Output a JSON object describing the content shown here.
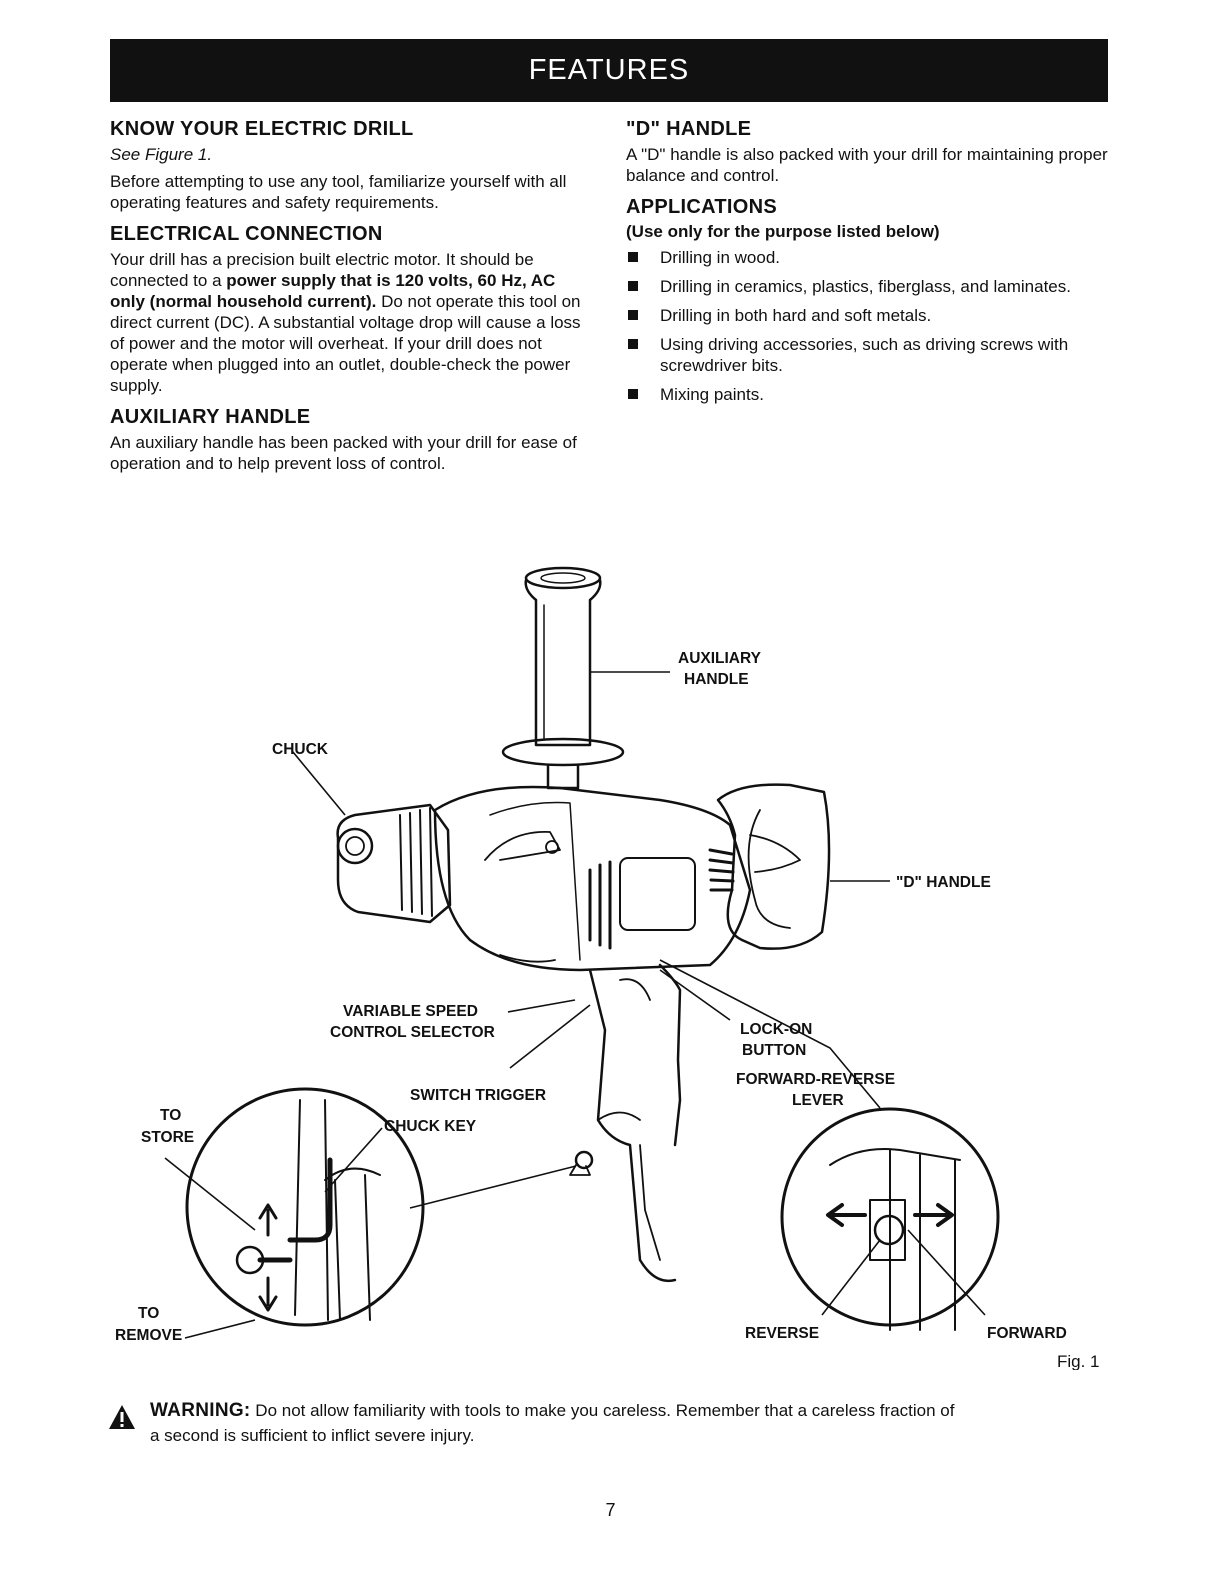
{
  "header": {
    "title": "FEATURES"
  },
  "left": {
    "know": {
      "heading": "KNOW YOUR ELECTRIC DRILL",
      "see": "See Figure 1.",
      "body": "Before attempting to use any tool, familiarize yourself with all operating features and safety requirements."
    },
    "electrical": {
      "heading": "ELECTRICAL CONNECTION",
      "body_start": "Your drill has a precision built electric motor. It should be connected to a ",
      "body_bold": "power supply that is 120 volts, 60 Hz, AC only (normal household current).",
      "body_end": " Do not operate this tool on direct current (DC). A substantial voltage drop will cause a loss of power and the motor will overheat. If your drill does not operate when plugged into an outlet, double-check the power supply."
    },
    "auxiliary": {
      "heading": "AUXILIARY HANDLE",
      "body": "An auxiliary handle has been packed with your drill for ease of operation and to help prevent loss of control."
    }
  },
  "right": {
    "d_handle": {
      "heading": "\"D\" HANDLE",
      "body": "A \"D\" handle is also packed with your drill for maintaining proper balance and control."
    },
    "applications": {
      "heading": "APPLICATIONS",
      "subhead": "(Use only for the purpose listed below)",
      "items": [
        "Drilling in wood.",
        "Drilling in ceramics, plastics, fiberglass, and laminates.",
        "Drilling in both hard and soft metals.",
        "Using driving accessories, such as driving screws with screwdriver bits.",
        "Mixing paints."
      ]
    }
  },
  "figure": {
    "labels": {
      "aux_1": "AUXILIARY",
      "aux_2": "HANDLE",
      "chuck": "CHUCK",
      "d_handle": "\"D\" HANDLE",
      "vs_1": "VARIABLE SPEED",
      "vs_2": "CONTROL SELECTOR",
      "lock_1": "LOCK-ON",
      "lock_2": "BUTTON",
      "fr_1": "FORWARD-REVERSE",
      "fr_2": "LEVER",
      "switch": "SWITCH TRIGGER",
      "chuck_key": "CHUCK KEY",
      "store_1": "TO",
      "store_2": "STORE",
      "remove_1": "TO",
      "remove_2": "REMOVE",
      "reverse": "REVERSE",
      "forward": "FORWARD"
    },
    "caption": "Fig. 1"
  },
  "warning": {
    "label": "WARNING:",
    "line1": " Do not allow familiarity with tools to make you careless. Remember that a careless fraction of",
    "line2": "a second is sufficient to inflict severe injury."
  },
  "page_number": "7"
}
